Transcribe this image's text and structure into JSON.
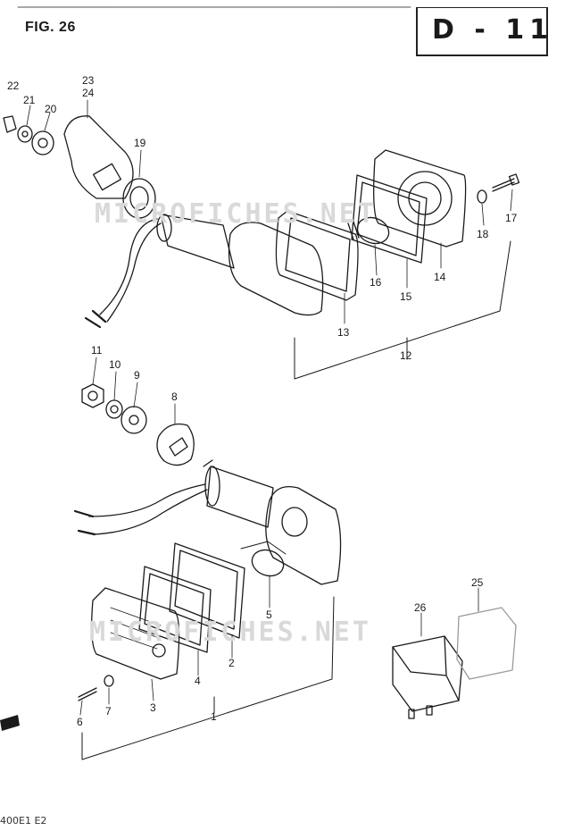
{
  "figure": {
    "label": "FIG. 26",
    "page_code": "D - 11"
  },
  "footer": {
    "model_code": "400E1 E2"
  },
  "watermark": {
    "text": "MICROFICHES.NET"
  },
  "callouts": {
    "p1": "1",
    "p2": "2",
    "p3": "3",
    "p5": "5",
    "p6": "6",
    "p7": "7",
    "p8": "8",
    "p9": "9",
    "p10": "10",
    "p11": "11",
    "p12": "12",
    "p13": "13",
    "p14": "14",
    "p15": "15",
    "p16": "16",
    "p17": "17",
    "p18": "18",
    "p19": "19",
    "p20": "20",
    "p21": "21",
    "p22": "22",
    "p23": "23",
    "p24": "24",
    "p25": "25",
    "p26": "26",
    "p4": "4"
  },
  "colors": {
    "ink": "#1a1a1a",
    "watermark": "#d9d9d9",
    "paper": "#ffffff"
  }
}
